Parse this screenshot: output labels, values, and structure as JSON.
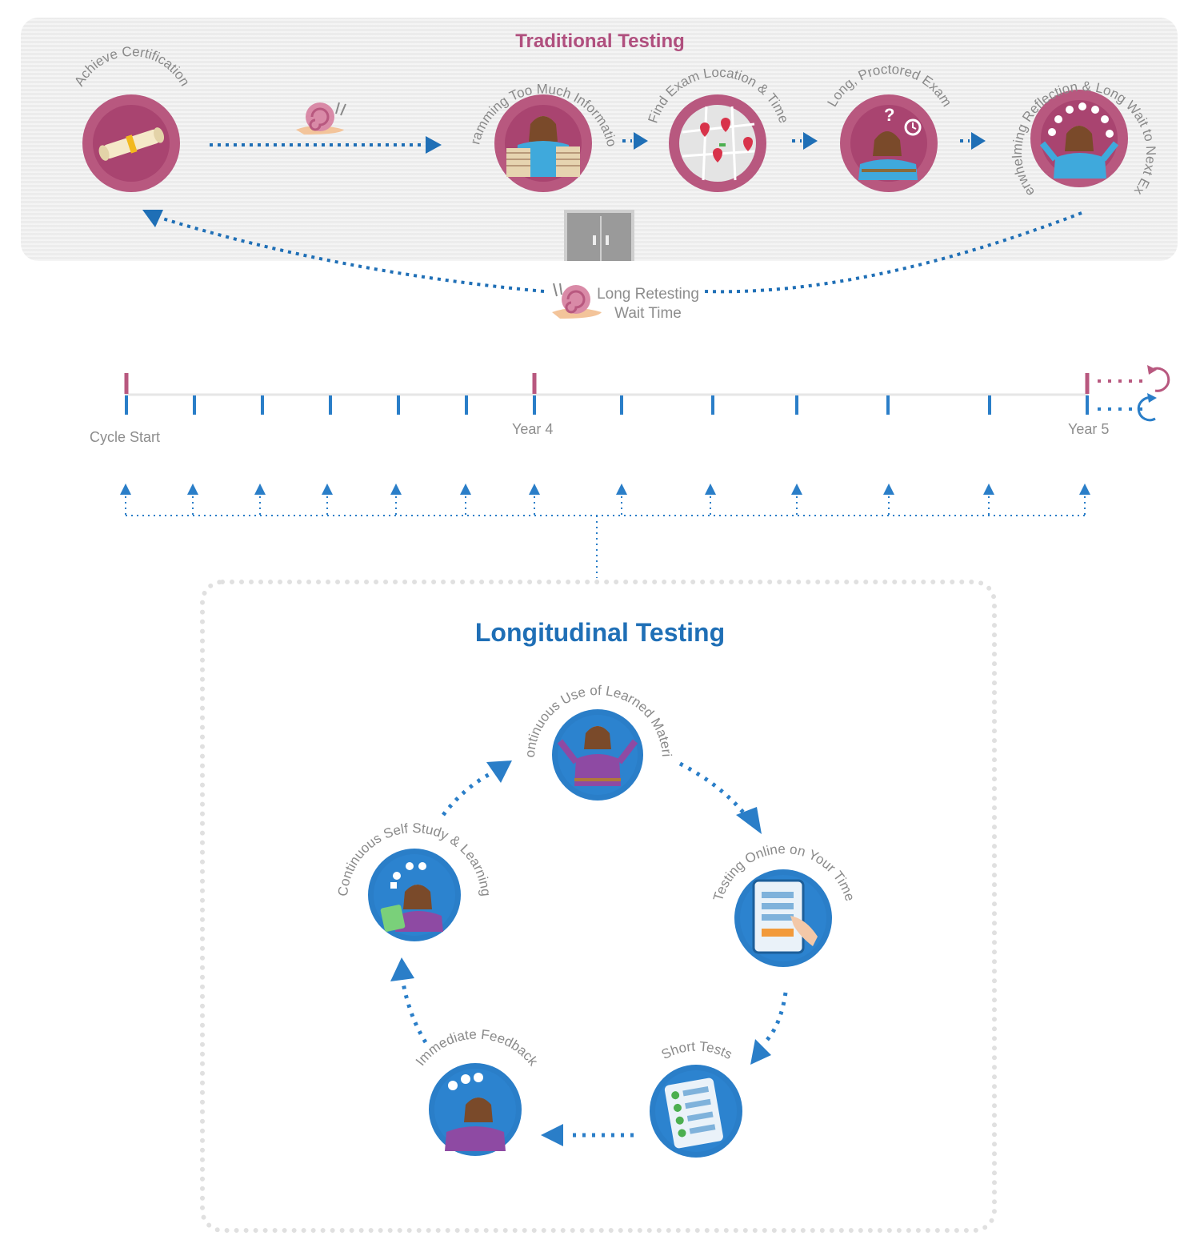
{
  "traditional": {
    "title": "Traditional Testing",
    "steps": [
      {
        "label": "Achieve Certification",
        "icon": "diploma-icon"
      },
      {
        "label": "Cramming Too Much Information",
        "icon": "stressed-student-books-icon"
      },
      {
        "label": "Find Exam Location & Time",
        "icon": "map-pins-icon"
      },
      {
        "label": "Long, Proctored Exam",
        "icon": "confused-student-clock-icon"
      },
      {
        "label": "Overwhelming Reflection & Long Wait to Next Exam",
        "icon": "overwhelmed-student-icon"
      }
    ],
    "retest_label_1": "Long Retesting",
    "retest_label_2": "Wait Time",
    "snail_icon": "snail-icon",
    "door_icon": "door-icon"
  },
  "timeline": {
    "start_label": "Cycle Start",
    "mid_label": "Year 4",
    "end_label": "Year 5"
  },
  "longitudinal": {
    "title": "Longitudinal Testing",
    "steps": [
      {
        "label": "Continuous Use of Learned Material",
        "icon": "student-using-material-icon"
      },
      {
        "label": "Testing Online on Your Time",
        "icon": "tablet-touch-icon"
      },
      {
        "label": "Short Tests",
        "icon": "checklist-icon"
      },
      {
        "label": "Immediate Feedback",
        "icon": "student-feedback-icon"
      },
      {
        "label": "Continuous Self Study & Learning",
        "icon": "student-self-study-icon"
      }
    ]
  },
  "colors": {
    "pink": "#b8587f",
    "blue": "#1f6fb6",
    "label_gray": "#8a8a8a"
  }
}
